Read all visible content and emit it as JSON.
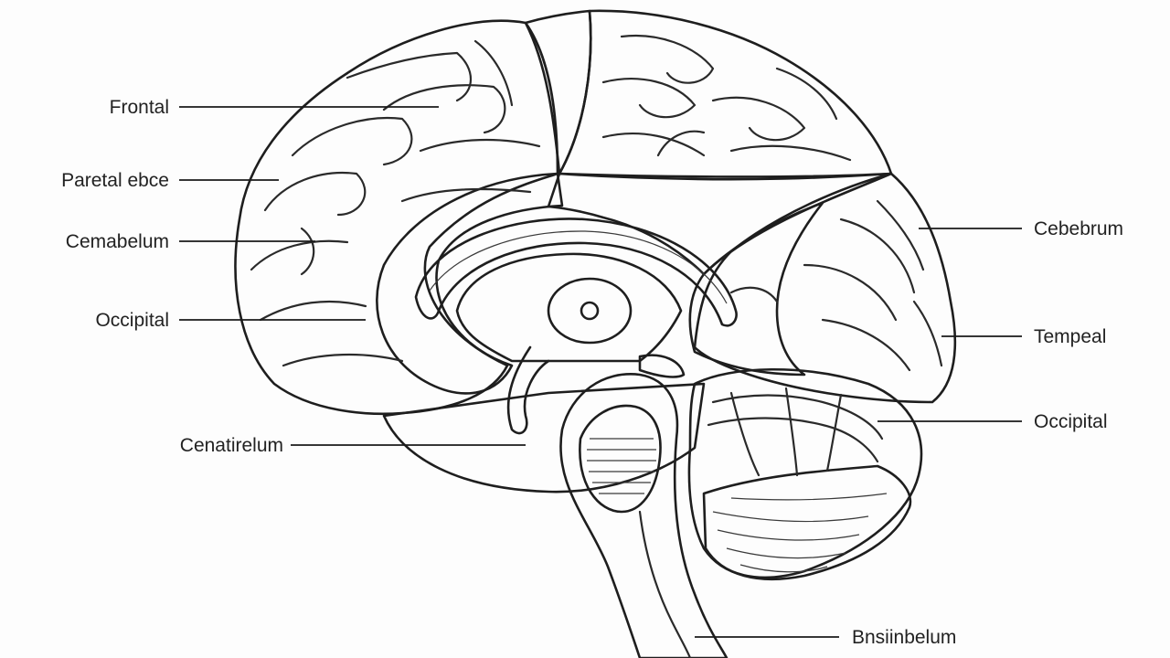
{
  "labels": {
    "frontal": "Frontal",
    "parietal": "Paretal ebce",
    "cerebellum_left": "Cemabelum",
    "occipital_left": "Occipital",
    "cerebellum_lower": "Cenatirelum",
    "cerebrum": "Cebebrum",
    "temporal": "Tempeal",
    "occipital_right": "Occipital",
    "brainstem": "Bnsiinbelum"
  },
  "colors": {
    "frontal_pink": "#f6b8c4",
    "inner_pink": "#f4a9b6",
    "parietal_yellow": "#f6d98a",
    "teal": "#a7cfc8",
    "teal_lower": "#9ec8cf",
    "temporal_yellow": "#f5dc6e",
    "orange": "#eab35a",
    "cerebellum_purple": "#b78aa3",
    "brainstem_beige": "#e8d3b0",
    "corpus_cream": "#f3e6cf"
  }
}
